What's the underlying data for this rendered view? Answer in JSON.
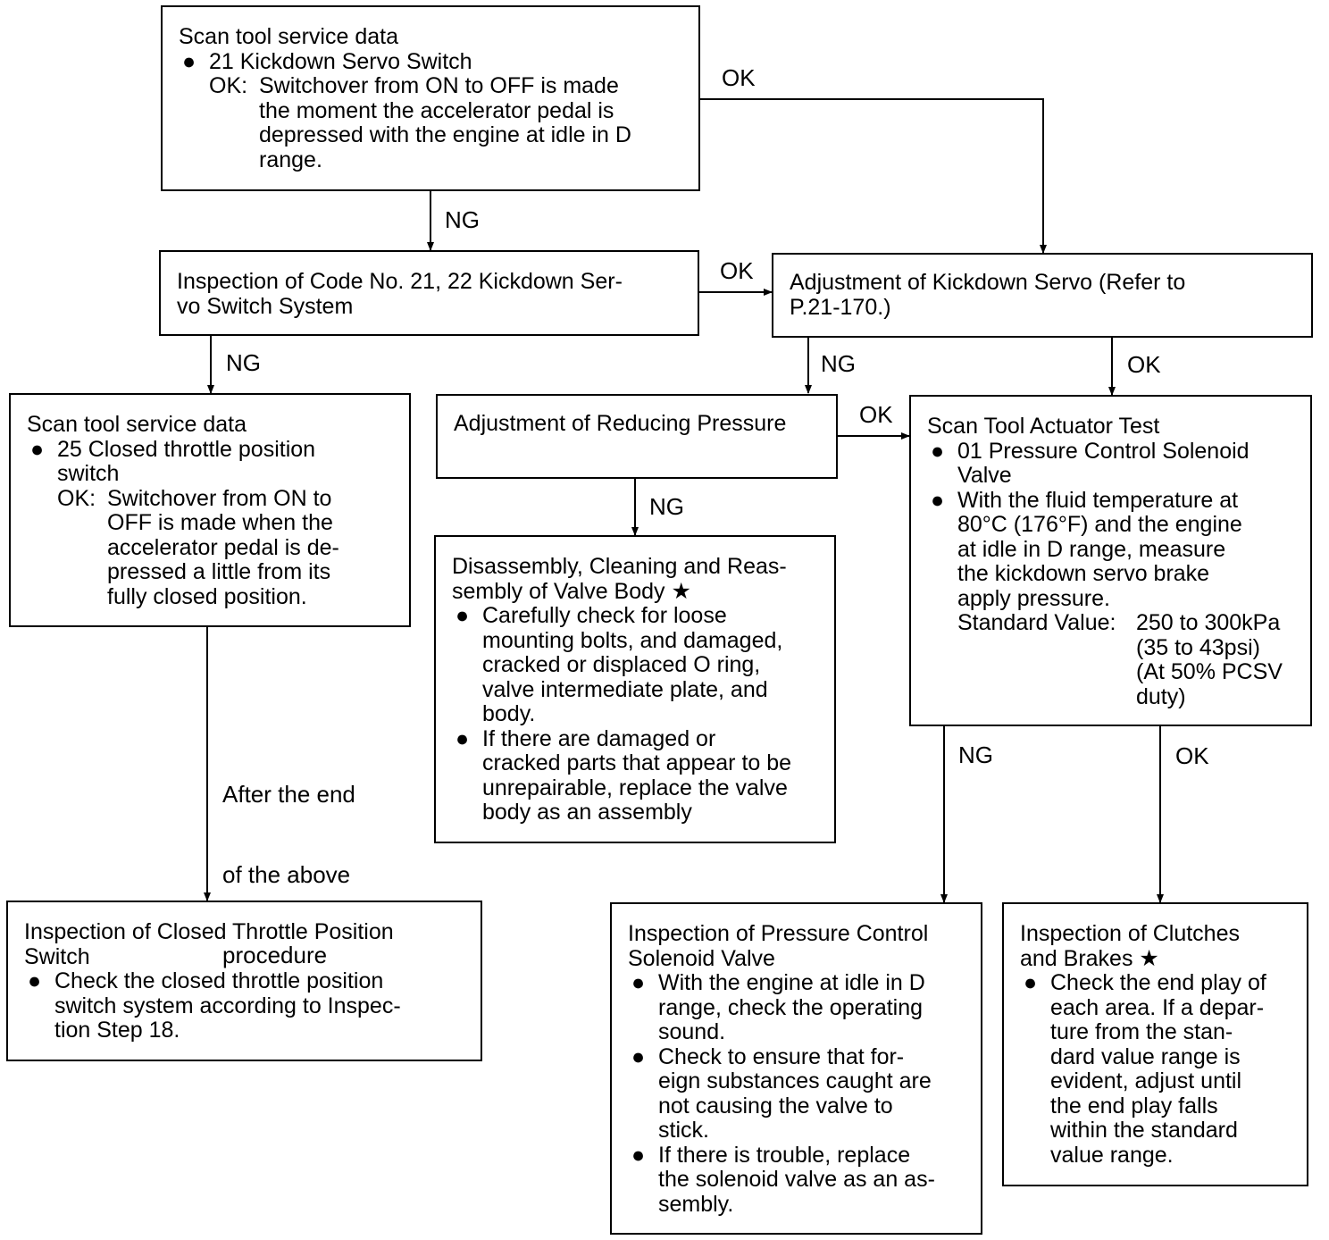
{
  "boxes": {
    "b1": {
      "title": "Scan tool service data",
      "item": "21 Kickdown Servo Switch",
      "ok_label": "OK:",
      "ok_text": [
        "Switchover from ON to OFF is made",
        "the moment the accelerator pedal is",
        "depressed with the engine at idle in D",
        "range."
      ]
    },
    "b2": {
      "lines": [
        "Inspection of Code No. 21, 22 Kickdown Ser-",
        "vo Switch System"
      ]
    },
    "b3": {
      "lines": [
        "Adjustment of Kickdown Servo (Refer to",
        "P.21-170.)"
      ]
    },
    "b4": {
      "title": "Scan tool service data",
      "item": [
        "25 Closed throttle position",
        "switch"
      ],
      "ok_label": "OK:",
      "ok_text": [
        "Switchover from ON to",
        "OFF is made when the",
        "accelerator pedal is de-",
        "pressed a little from its",
        "fully closed position."
      ]
    },
    "b5": {
      "lines": [
        "Adjustment of Reducing Pressure"
      ]
    },
    "b6": {
      "title": "Scan Tool Actuator Test",
      "item1": [
        "01 Pressure Control Solenoid",
        "Valve"
      ],
      "item2": [
        "With the fluid temperature at",
        "80°C (176°F) and the engine",
        "at idle in D range, measure",
        "the kickdown servo brake",
        "apply pressure."
      ],
      "std_label": "Standard Value:",
      "std_value": [
        "250 to 300kPa",
        "(35 to 43psi)",
        "(At 50% PCSV",
        "duty)"
      ]
    },
    "b7": {
      "title": [
        "Disassembly, Cleaning and Reas-",
        "sembly of Valve Body ★"
      ],
      "item1": [
        "Carefully check for loose",
        "mounting bolts, and damaged,",
        "cracked or displaced O ring,",
        "valve intermediate plate, and",
        "body."
      ],
      "item2": [
        "If there are damaged or",
        "cracked parts that appear to be",
        "unrepairable, replace the valve",
        "body as an assembly"
      ]
    },
    "b8": {
      "title": [
        "Inspection of Closed Throttle Position",
        "Switch"
      ],
      "item": [
        "Check the closed throttle position",
        "switch system according to Inspec-",
        "tion Step 18."
      ]
    },
    "b9": {
      "title": [
        "Inspection of Pressure Control",
        "Solenoid Valve"
      ],
      "item1": [
        "With the engine at idle in D",
        "range, check the operating",
        "sound."
      ],
      "item2": [
        "Check to ensure that for-",
        "eign substances caught are",
        "not causing the valve to",
        "stick."
      ],
      "item3": [
        "If there is trouble, replace",
        "the solenoid valve as an as-",
        "sembly."
      ]
    },
    "b10": {
      "title": [
        "Inspection of Clutches",
        "and Brakes ★"
      ],
      "item": [
        "Check the end play of",
        "each area. If a depar-",
        "ture from the stan-",
        "dard value range is",
        "evident, adjust until",
        "the end play falls",
        "within the standard",
        "value range."
      ]
    }
  },
  "labels": {
    "ok_b1_b3": "OK",
    "ng_b1_b2": "NG",
    "ok_b2_b3": "OK",
    "ng_b2_b4": "NG",
    "ng_b3_b5": "NG",
    "ok_b3_b6": "OK",
    "ok_b5_b6": "OK",
    "ng_b5_b7": "NG",
    "after_b4_b8": [
      "After the end",
      "of the above",
      "procedure"
    ],
    "ng_b6_b9": "NG",
    "ok_b6_b10": "OK"
  }
}
